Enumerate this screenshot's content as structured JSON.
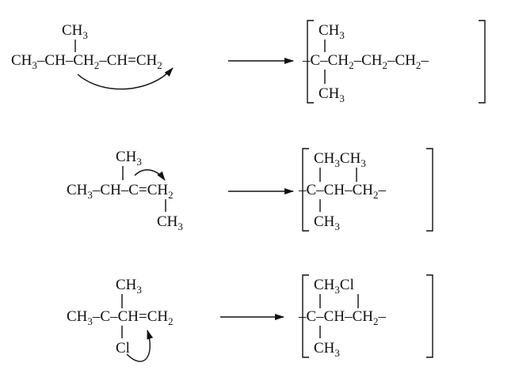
{
  "title": "",
  "reactions": [
    {
      "reactant": {
        "top_substituent": "CH3",
        "chain": "CH3–CH–CH2–CH=CH2"
      },
      "product": {
        "top_substituent": "CH3",
        "bottom_substituent": "CH3",
        "chain": "–C–CH2–CH2–CH2–"
      }
    },
    {
      "reactant": {
        "top_substituent": "CH3",
        "bottom_substituent": "CH3",
        "chain": "CH3–CH–C=CH2"
      },
      "product": {
        "top_substituents": "CH3CH3",
        "bottom_substituent": "CH3",
        "chain": "–C–CH–CH2–"
      }
    },
    {
      "reactant": {
        "top_substituent": "CH3",
        "bottom_substituent": "Cl",
        "chain": "CH3–C–CH=CH2"
      },
      "product": {
        "top_substituents": "CH3Cl",
        "bottom_substituent": "CH3",
        "chain": "–C–CH–CH2–"
      }
    }
  ]
}
